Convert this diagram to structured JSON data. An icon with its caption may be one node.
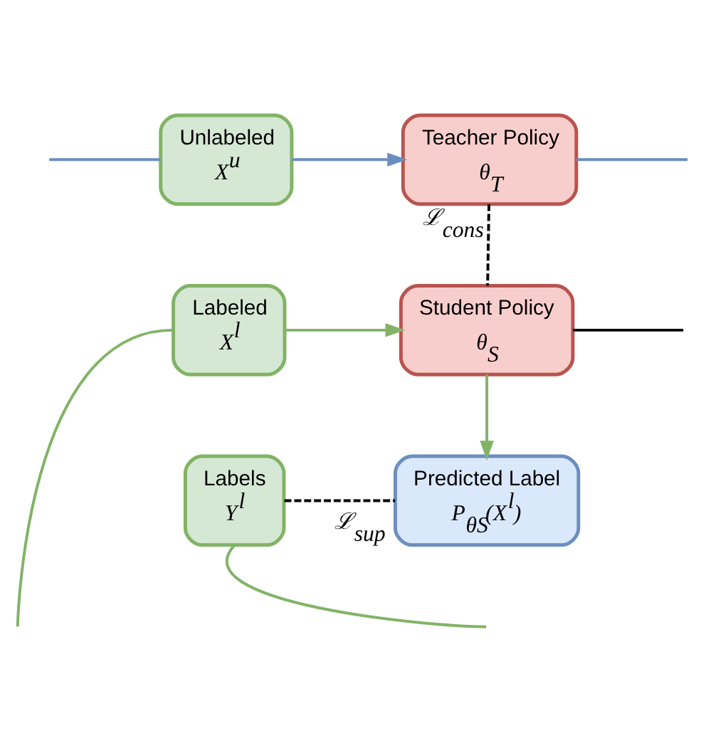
{
  "diagram": {
    "nodes": [
      {
        "text": [
          "Unlabeled",
          "X$^{u}$"
        ]
      },
      {
        "text": [
          "Teacher Policy",
          "θ$_{T}$"
        ]
      },
      {
        "text": [
          "Labeled",
          "X$^{l}$"
        ]
      },
      {
        "text": [
          "Student Policy",
          "θ$_{S}$"
        ]
      },
      {
        "text": [
          "Labels",
          "Y$^{l}$"
        ]
      },
      {
        "text": [
          "Predicted Label",
          "P$_{θS}$(X$^{l}$)"
        ]
      }
    ],
    "edges": [
      {
        "from": null,
        "to": 0,
        "arrow": "none",
        "color": "#6c8ebf"
      },
      {
        "from": 0,
        "to": 1,
        "arrow": "to",
        "color": "#6c8ebf"
      },
      {
        "from": 1,
        "to": null,
        "arrow": "none",
        "color": "#6c8ebf"
      },
      {
        "from": 1,
        "to": 3,
        "arrow": "none",
        "style": "dashed",
        "label": "ℒ$_{cons}$",
        "color": "#000000"
      },
      {
        "from": 2,
        "to": 3,
        "arrow": "to"
      },
      {
        "from": 3,
        "to": null,
        "arrow": "none",
        "color": "#000000"
      },
      {
        "from": 3,
        "to": 5,
        "arrow": "to"
      },
      {
        "from": 4,
        "to": 5,
        "arrow": "none",
        "style": "dashed",
        "label": "ℒ$_{sup}$",
        "color": "#000000"
      },
      {
        "from": 4,
        "to": null,
        "arrow": "none"
      },
      {
        "from": 2,
        "to": null,
        "arrow": "none"
      }
    ]
  }
}
